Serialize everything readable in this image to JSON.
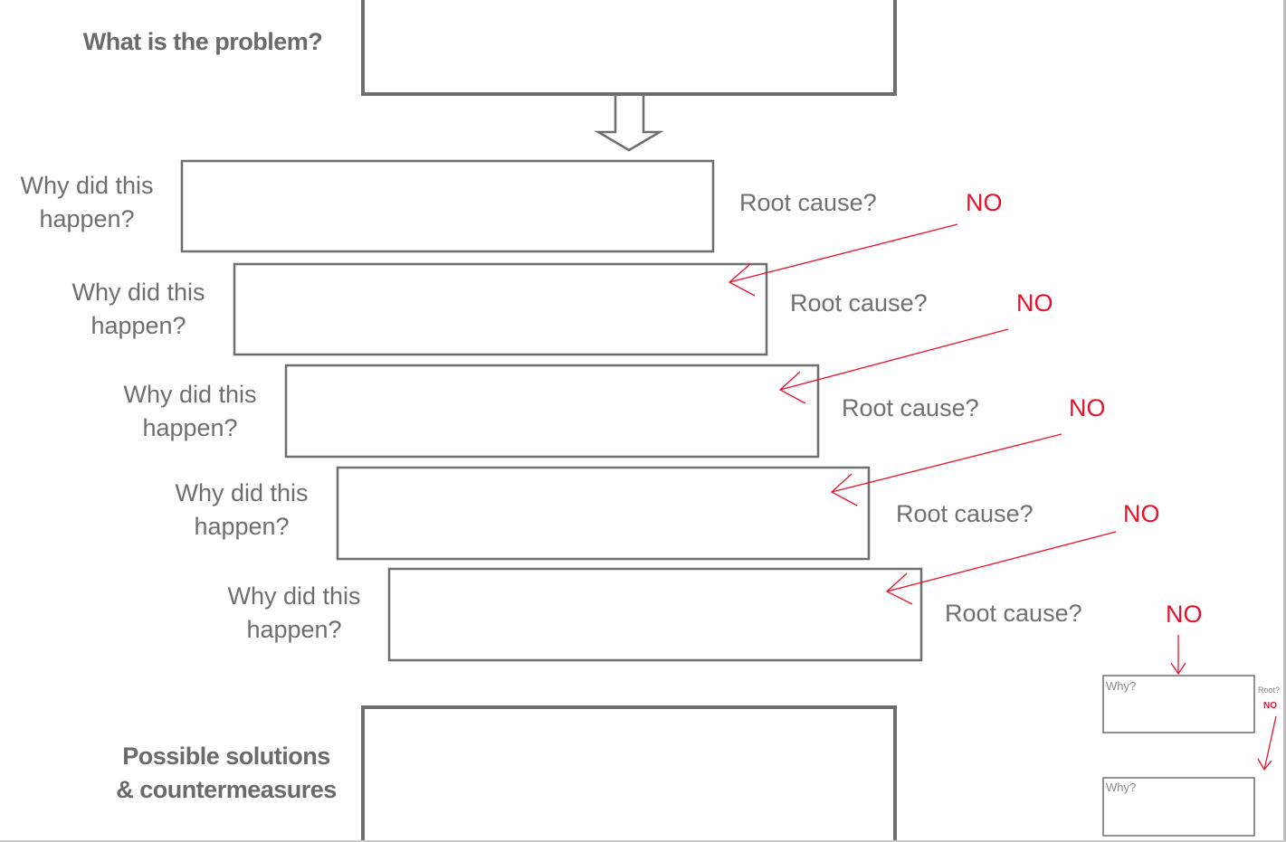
{
  "problem": {
    "label": "What is the problem?"
  },
  "why_label": [
    "Why did this",
    "happen?"
  ],
  "root_cause_label": "Root cause?",
  "no_label": "NO",
  "solutions": {
    "label_line1": "Possible solutions",
    "label_line2": "& countermeasures"
  },
  "mini": {
    "why_label": "Why?",
    "root_label": "Root?",
    "no_label": "NO"
  },
  "colors": {
    "box_stroke": "#6e6e6e",
    "text": "#6e6e6e",
    "no": "#e8112d"
  }
}
